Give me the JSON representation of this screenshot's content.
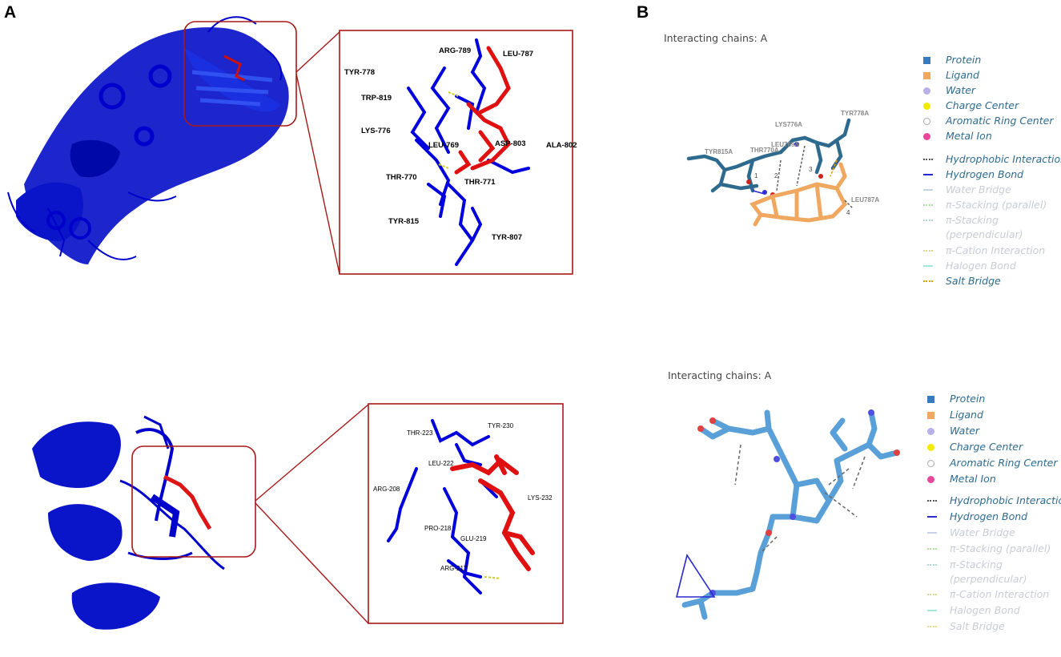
{
  "panels": {
    "a": "A",
    "b": "B"
  },
  "top_zoom_residues": [
    "ARG-789",
    "LEU-787",
    "TYR-778",
    "TRP-819",
    "LYS-776",
    "LEU-769",
    "ASP-803",
    "ALA-802",
    "THR-770",
    "THR-771",
    "TYR-815",
    "TYR-807"
  ],
  "bottom_zoom_residues": [
    "THR-223",
    "TYR-230",
    "LEU-222",
    "ARG-208",
    "LYS-232",
    "PRO-218",
    "GLU-219",
    "ARG-217"
  ],
  "plip_top": {
    "chains": "Interacting chains: A",
    "residues": [
      "TYR815A",
      "THR770A",
      "LEU769A",
      "LYS776A",
      "TYR778A",
      "LEU787A"
    ],
    "distance_labels": [
      "1",
      "2",
      "3",
      "4"
    ]
  },
  "plip_bottom": {
    "chains": "Interacting chains: A"
  },
  "legend": {
    "items": [
      {
        "label": "Protein",
        "color": "#3a7bbf",
        "marker": "square",
        "faded": false
      },
      {
        "label": "Ligand",
        "color": "#f0a860",
        "marker": "square",
        "faded": false
      },
      {
        "label": "Water",
        "color": "#b8b0e8",
        "marker": "circle",
        "faded": false
      },
      {
        "label": "Charge Center",
        "color": "#f2ea00",
        "marker": "circle",
        "faded": false
      },
      {
        "label": "Aromatic Ring Center",
        "color": "#ffffff",
        "marker": "ring",
        "faded": false
      },
      {
        "label": "Metal Ion",
        "color": "#e8489a",
        "marker": "circle",
        "faded": false
      },
      {
        "label": "Hydrophobic Interaction",
        "color": "#555555",
        "marker": "dotted",
        "faded": false
      },
      {
        "label": "Hydrogen Bond",
        "color": "#2a2ad0",
        "marker": "solid",
        "faded": false
      },
      {
        "label": "Water Bridge",
        "color": "#c8d0e8",
        "marker": "solid",
        "faded": true
      },
      {
        "label": "π-Stacking (parallel)",
        "color": "#b0e0a0",
        "marker": "dotted",
        "faded": true
      },
      {
        "label": "π-Stacking (perpendicular)",
        "color": "#b0d8d0",
        "marker": "dotted",
        "faded": true
      },
      {
        "label": "π-Cation Interaction",
        "color": "#d8d890",
        "marker": "dotted",
        "faded": true
      },
      {
        "label": "Halogen Bond",
        "color": "#a0e8e0",
        "marker": "solid",
        "faded": true
      },
      {
        "label": "Salt Bridge",
        "color": "#e0a000",
        "marker": "dotted",
        "faded": false
      }
    ],
    "bottom_salt_bridge_faded": true
  },
  "colors": {
    "protein": "#0000cc",
    "ligand": "#e00000",
    "box": "#a81818",
    "plip_protein": "#2e6a8e",
    "plip_ligand": "#f0a860",
    "stick_blue": "#5aa0d8"
  }
}
